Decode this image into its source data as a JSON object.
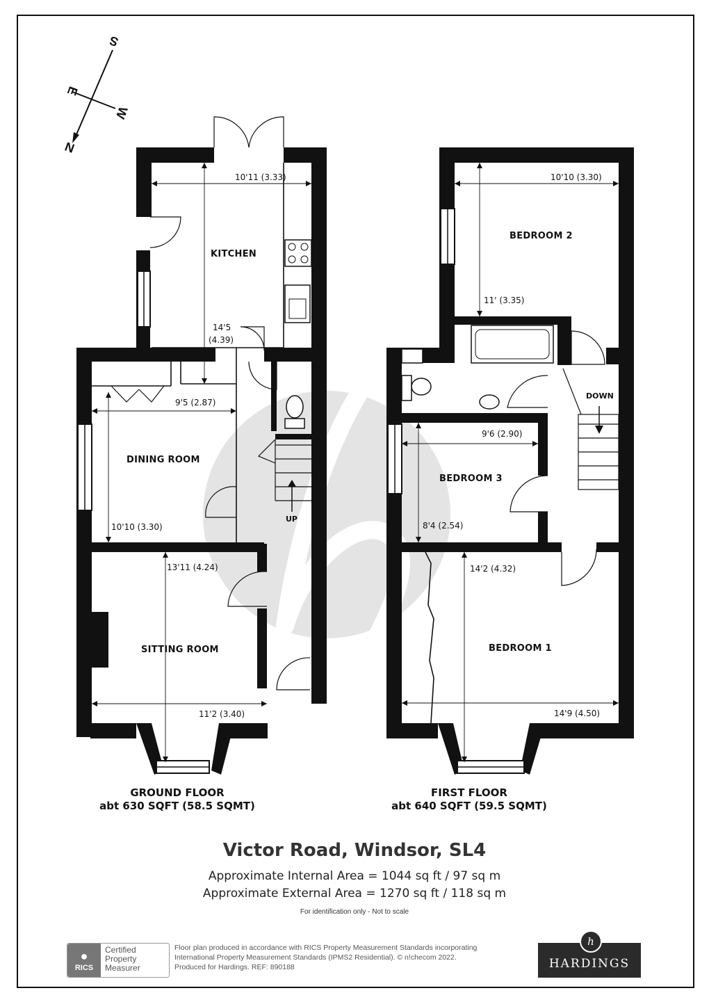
{
  "compass": {
    "n": "N",
    "s": "S",
    "e": "E",
    "w": "W"
  },
  "ground_floor": {
    "caption_line1": "GROUND FLOOR",
    "caption_line2": "abt 630 SQFT (58.5 SQMT)",
    "rooms": {
      "kitchen": "KITCHEN",
      "dining": "DINING ROOM",
      "sitting": "SITTING ROOM"
    },
    "dims": {
      "kitchen_width": "10'11 (3.33)",
      "kitchen_len_a": "14'5",
      "kitchen_len_b": "(4.39)",
      "dining_width": "9'5 (2.87)",
      "dining_len": "10'10 (3.30)",
      "sitting_len": "13'11 (4.24)",
      "sitting_width": "11'2 (3.40)"
    },
    "up_label": "UP"
  },
  "first_floor": {
    "caption_line1": "FIRST FLOOR",
    "caption_line2": "abt 640 SQFT (59.5 SQMT)",
    "rooms": {
      "bedroom2": "BEDROOM 2",
      "bedroom3": "BEDROOM 3",
      "bedroom1": "BEDROOM 1"
    },
    "dims": {
      "bed2_width": "10'10 (3.30)",
      "bed2_len": "11' (3.35)",
      "bed3_width": "9'6 (2.90)",
      "bed3_len": "8'4 (2.54)",
      "bed1_len": "14'2 (4.32)",
      "bed1_width": "14'9 (4.50)"
    },
    "down_label": "DOWN"
  },
  "property": {
    "title": "Victor Road, Windsor, SL4",
    "internal_area": "Approximate Internal Area = 1044 sq ft / 97 sq m",
    "external_area": "Approximate External Area = 1270 sq ft / 118 sq m",
    "note": "For identification only - Not to scale"
  },
  "footer": {
    "rics_logo": "RICS",
    "rics_line1": "Certified",
    "rics_line2": "Property",
    "rics_line3": "Measurer",
    "disclaimer_line1": "Floor plan produced in accordance with RICS Property Measurement Standards incorporating",
    "disclaimer_line2": "International Property Measurement Standards (IPMS2 Residential).  © n!checom 2022.",
    "disclaimer_line3": "Produced for Hardings.   REF:  890188",
    "brand": "HARDINGS",
    "brand_emblem": "h"
  },
  "colors": {
    "walls": "#111111",
    "watermark": "#e3e3e3",
    "brand_bg": "#2b2b2b"
  }
}
